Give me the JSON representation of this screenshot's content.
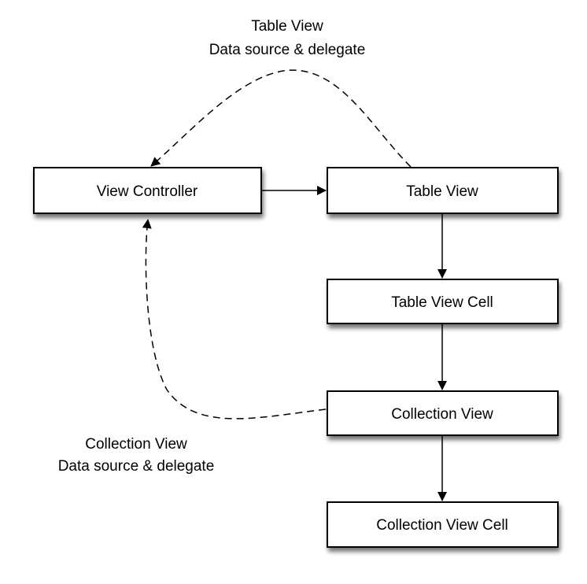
{
  "nodes": {
    "view_controller": "View Controller",
    "table_view": "Table View",
    "table_view_cell": "Table View Cell",
    "collection_view": "Collection View",
    "collection_view_cell": "Collection View Cell"
  },
  "labels": {
    "table_delegate": {
      "line1": "Table View",
      "line2": "Data source & delegate"
    },
    "collection_delegate": {
      "line1": "Collection View",
      "line2": "Data source & delegate"
    }
  }
}
